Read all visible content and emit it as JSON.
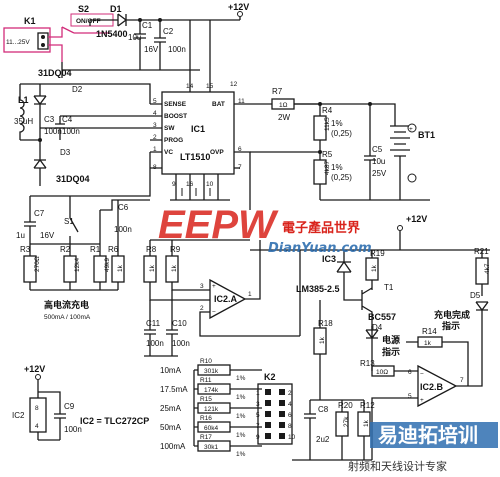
{
  "power": {
    "plus12": "+12V",
    "plus12_b": "+12V",
    "plus12_c": "+12V"
  },
  "input": {
    "k1": "K1",
    "volt": "11...25V",
    "s2": "S2",
    "onoff": "ON/OFF"
  },
  "d1": {
    "ref": "D1",
    "part": "1N5400"
  },
  "c1": {
    "ref": "C1",
    "v1": "10u",
    "v2": "16V"
  },
  "c2": {
    "ref": "C2",
    "v": "100n"
  },
  "ic1": {
    "ref": "IC1",
    "part": "LT1510",
    "pins": {
      "sense": "SENSE",
      "boost": "BOOST",
      "sw": "SW",
      "prog": "PROG",
      "vc": "VC",
      "bat": "BAT",
      "ovp": "OVP"
    },
    "nums": {
      "p14": "14",
      "p15": "15",
      "p5": "5",
      "p4": "4",
      "p3": "3",
      "p2": "2",
      "p1": "1",
      "p8": "8",
      "p9": "9",
      "p16": "16",
      "p12": "12",
      "p11": "11",
      "p6": "6",
      "p7": "7",
      "p10": "10"
    }
  },
  "d2": {
    "part": "31DQ04",
    "ref": "D2"
  },
  "d3": {
    "ref": "D3",
    "part": "31DQ04"
  },
  "l1": {
    "ref": "L1",
    "v": "35uH"
  },
  "c3": {
    "ref": "C3",
    "v": "100n"
  },
  "c4": {
    "ref": "C4",
    "v": "100n"
  },
  "r7": {
    "ref": "R7",
    "v1": "1Ω",
    "v2": "2W"
  },
  "r4": {
    "ref": "R4",
    "v": "11k5",
    "tol1": "1%",
    "tol2": "(0,25)"
  },
  "r5": {
    "ref": "R5",
    "v": "4k87",
    "tol1": "1%",
    "tol2": "(0,25)"
  },
  "c5": {
    "ref": "C5",
    "v1": "10u",
    "v2": "25V"
  },
  "bt1": {
    "ref": "BT1"
  },
  "c6": {
    "ref": "C6",
    "v": "100n"
  },
  "c7": {
    "ref": "C7",
    "v1": "1u",
    "v2": "16V"
  },
  "s1": {
    "ref": "S1"
  },
  "r3": {
    "ref": "R3",
    "v": "270Ω"
  },
  "r2": {
    "ref": "R2",
    "v": "12k4"
  },
  "r1": {
    "ref": "R1",
    "v": "49k9"
  },
  "r6": {
    "ref": "R6",
    "v": "1k"
  },
  "r8": {
    "ref": "R8",
    "v": "1k"
  },
  "r9": {
    "ref": "R9",
    "v": "1k"
  },
  "mode": {
    "label": "高电流充电",
    "current": "500mA / 100mA"
  },
  "c11": {
    "ref": "C11",
    "v": "100n"
  },
  "c10": {
    "ref": "C10",
    "v": "100n"
  },
  "ic2a": {
    "ref": "IC2.A",
    "p3": "3",
    "p2": "2",
    "p1": "1"
  },
  "ic3": {
    "ref": "IC3",
    "part": "LM385-2.5"
  },
  "r19": {
    "ref": "R19",
    "v": "1k"
  },
  "t1": {
    "ref": "T1",
    "part": "BC557"
  },
  "r21": {
    "ref": "R21",
    "v": "4k7"
  },
  "d5": {
    "ref": "D5"
  },
  "charged": {
    "l1": "充电完成",
    "l2": "指示"
  },
  "d4": {
    "ref": "D4",
    "l1": "电源",
    "l2": "指示"
  },
  "r14": {
    "ref": "R14",
    "v": "1k"
  },
  "r13": {
    "ref": "R13",
    "v": "10Ω"
  },
  "ic2b": {
    "ref": "IC2.B",
    "p5": "5",
    "p6": "6",
    "p7": "7"
  },
  "r18": {
    "ref": "R18",
    "v": "1k"
  },
  "k2": {
    "ref": "K2",
    "pins": [
      "1",
      "2",
      "3",
      "4",
      "5",
      "6",
      "7",
      "8",
      "9",
      "10"
    ]
  },
  "currents": [
    {
      "label": "10mA",
      "ref": "R10",
      "v": "301k",
      "tol": "1%"
    },
    {
      "label": "17.5mA",
      "ref": "R11",
      "v": "174k",
      "tol": "1%"
    },
    {
      "label": "25mA",
      "ref": "R15",
      "v": "121k",
      "tol": "1%"
    },
    {
      "label": "50mA",
      "ref": "R16",
      "v": "60k4",
      "tol": "1%"
    },
    {
      "label": "100mA",
      "ref": "R17",
      "v": "30k1",
      "tol": "1%"
    }
  ],
  "c8": {
    "ref": "C8",
    "v": "2u2"
  },
  "r20": {
    "ref": "R20",
    "v": "27k"
  },
  "r12": {
    "ref": "R12",
    "v": "1k"
  },
  "ic2": {
    "ref": "IC2",
    "p8": "8",
    "p4": "4",
    "note": "IC2 = TLC272CP"
  },
  "c9": {
    "ref": "C9",
    "v": "100n"
  },
  "watermark": {
    "brand1": "電子產品世界",
    "brand2": "DianYuan.com",
    "site": "易迪拓培训",
    "tag": "射频和天线设计专家"
  },
  "colors": {
    "input_box": "#d22c7a",
    "wm_red": "#d9241c",
    "wm_blue": "#2f6fb0"
  }
}
